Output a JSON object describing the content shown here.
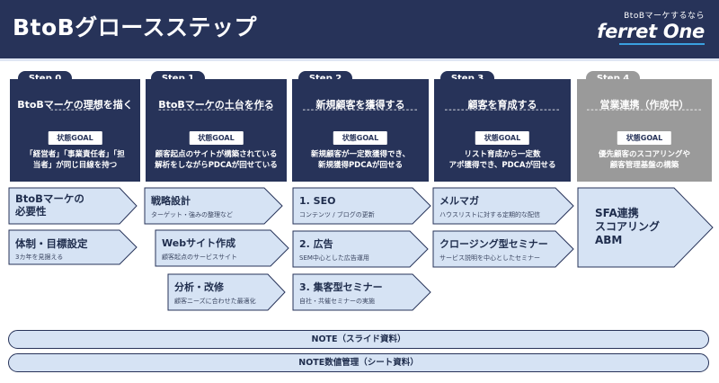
{
  "header": {
    "title": "BtoBグロースステップ",
    "brand_tagline": "BtoBマーケするなら",
    "brand_logo": "ferret One"
  },
  "steps": [
    {
      "tab": "Step 0",
      "title": "BtoBマーケの理想を描く",
      "dash": "------------",
      "goal_label": "状態GOAL",
      "goal_text": "「経営者」「事業責任者」「担\n当者」が同じ目線を持つ",
      "items": [
        {
          "title": "BtoBマーケの\n必要性",
          "sub": ""
        },
        {
          "title": "体制・目標設定",
          "sub": "3カ年を見据える"
        }
      ]
    },
    {
      "tab": "Step 1",
      "title": "BtoBマーケの土台を作る",
      "dash": "----------------------------",
      "goal_label": "状態GOAL",
      "goal_text": "顧客起点のサイトが構築されている\n解析をしながらPDCAが回せている",
      "items": [
        {
          "title": "戦略設計",
          "sub": "ターゲット・強みの整理など"
        },
        {
          "title": "Webサイト作成",
          "sub": "顧客起点のサービスサイト"
        },
        {
          "title": "分析・改修",
          "sub": "顧客ニーズに合わせた最適化"
        }
      ]
    },
    {
      "tab": "Step 2",
      "title": "新規顧客を獲得する",
      "dash": "----------------------------",
      "goal_label": "状態GOAL",
      "goal_text": "新規顧客が一定数獲得でき、\n新規獲得PDCAが回せる",
      "items": [
        {
          "title": "1. SEO",
          "sub": "コンテンツ / ブログの更新"
        },
        {
          "title": "2. 広告",
          "sub": "SEM中心とした広告運用"
        },
        {
          "title": "3. 集客型セミナー",
          "sub": "自社・共催セミナーの実施"
        }
      ]
    },
    {
      "tab": "Step 3",
      "title": "顧客を育成する",
      "dash": "----------------------------",
      "goal_label": "状態GOAL",
      "goal_text": "リスト育成から一定数\nアポ獲得でき、PDCAが回せる",
      "items": [
        {
          "title": "メルマガ",
          "sub": "ハウスリストに対する定期的な配信"
        },
        {
          "title": "クロージング型セミナー",
          "sub": "サービス説明を中心としたセミナー"
        }
      ]
    },
    {
      "tab": "Step 4",
      "title": "営業連携（作成中）",
      "dash": "----------------------------",
      "goal_label": "状態GOAL",
      "goal_text": "優先顧客のスコアリングや\n顧客管理基盤の構築",
      "items": [
        {
          "title": "SFA連携\nスコアリング\nABM",
          "sub": ""
        }
      ]
    }
  ],
  "footer": {
    "note": "NOTE（スライド資料）",
    "note_value": "NOTE数値管理（シート資料）"
  },
  "colors": {
    "navy": "#273359",
    "gray": "#9a9a9a",
    "arrow_fill": "#d6e3f4",
    "white": "#ffffff"
  }
}
